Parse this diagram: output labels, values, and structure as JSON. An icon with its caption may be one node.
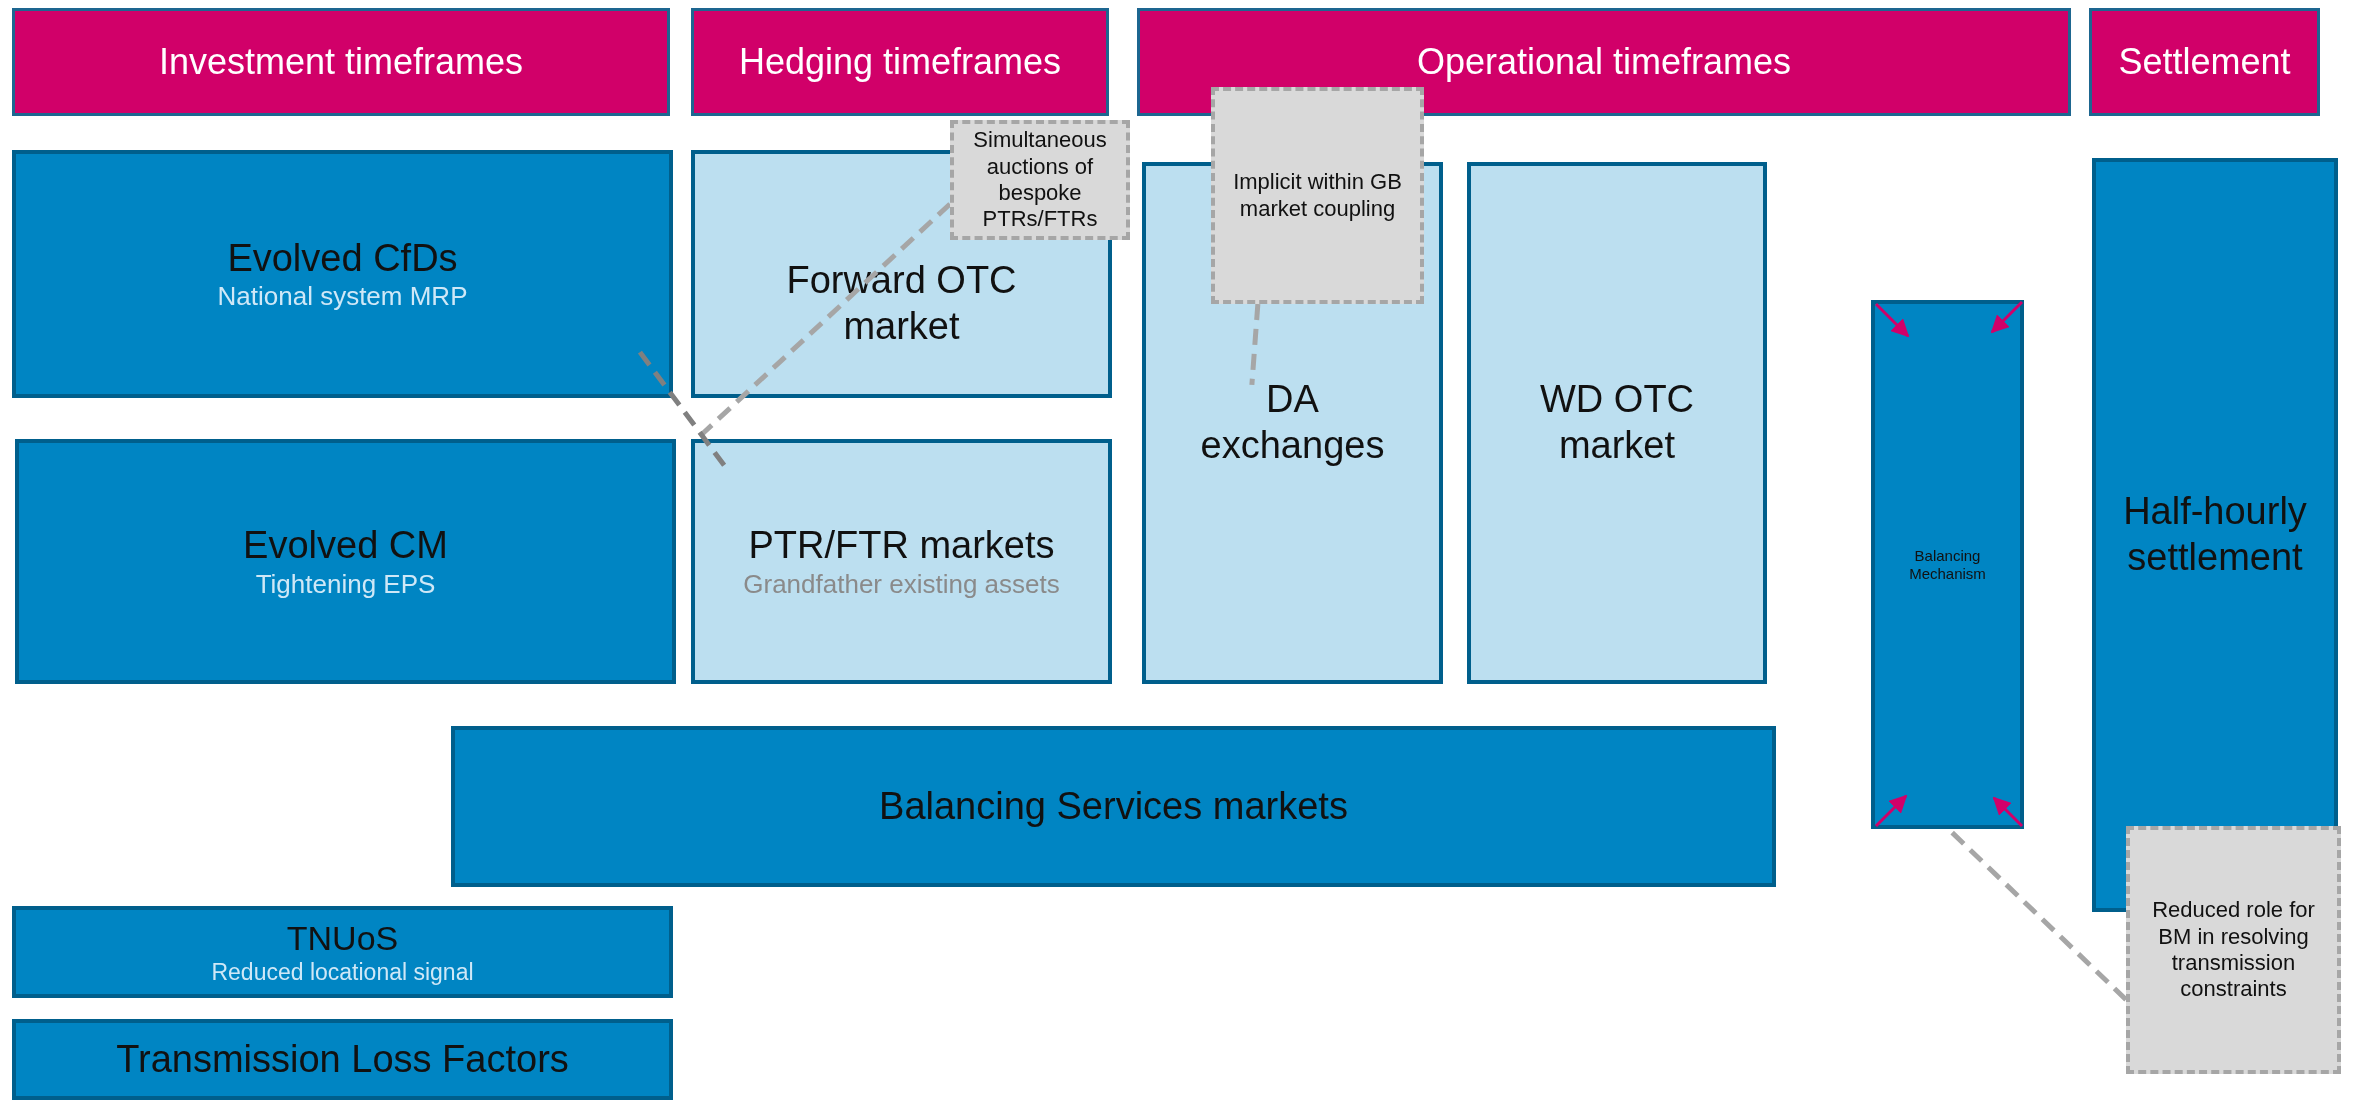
{
  "diagram": {
    "nodes": [
      {
        "text": [
          "Investment timeframes"
        ]
      },
      {
        "text": [
          "Hedging timeframes"
        ]
      },
      {
        "text": [
          "Operational timeframes"
        ]
      },
      {
        "text": [
          "Settlement"
        ]
      },
      {
        "text": [
          "Simultaneous auctions of bespoke PTRs/FTRs"
        ]
      },
      {
        "text": [
          "Implicit within GB market coupling"
        ]
      },
      {
        "text": [
          "Evolved CfDs",
          "National system MRP"
        ]
      },
      {
        "text": [
          "Forward OTC market"
        ]
      },
      {
        "text": [
          "DA exchanges"
        ]
      },
      {
        "text": [
          "WD OTC market"
        ]
      },
      {
        "text": [
          "Half-hourly settlement"
        ]
      },
      {
        "text": [
          "Balancing Mechanism"
        ]
      },
      {
        "text": [
          "Evolved CM",
          "Tightening EPS"
        ]
      },
      {
        "text": [
          "PTR/FTR markets",
          "Grandfather existing assets"
        ]
      },
      {
        "text": [
          "Balancing Services markets"
        ]
      },
      {
        "text": [
          "Reduced role for BM in resolving transmission constraints"
        ]
      },
      {
        "text": [
          "TNUoS",
          "Reduced locational signal"
        ]
      },
      {
        "text": [
          "Transmission Loss Factors"
        ]
      }
    ],
    "edges": [
      {
        "from": 4,
        "to": 13,
        "arrow": "none",
        "style": "dashed"
      },
      {
        "from": 5,
        "to": 8,
        "arrow": "none",
        "style": "dashed"
      },
      {
        "from": 15,
        "to": 11,
        "arrow": "none",
        "style": "dashed"
      },
      {
        "from": 6,
        "to": 13,
        "arrow": "none",
        "style": "dashed",
        "color": "#808080"
      }
    ]
  }
}
